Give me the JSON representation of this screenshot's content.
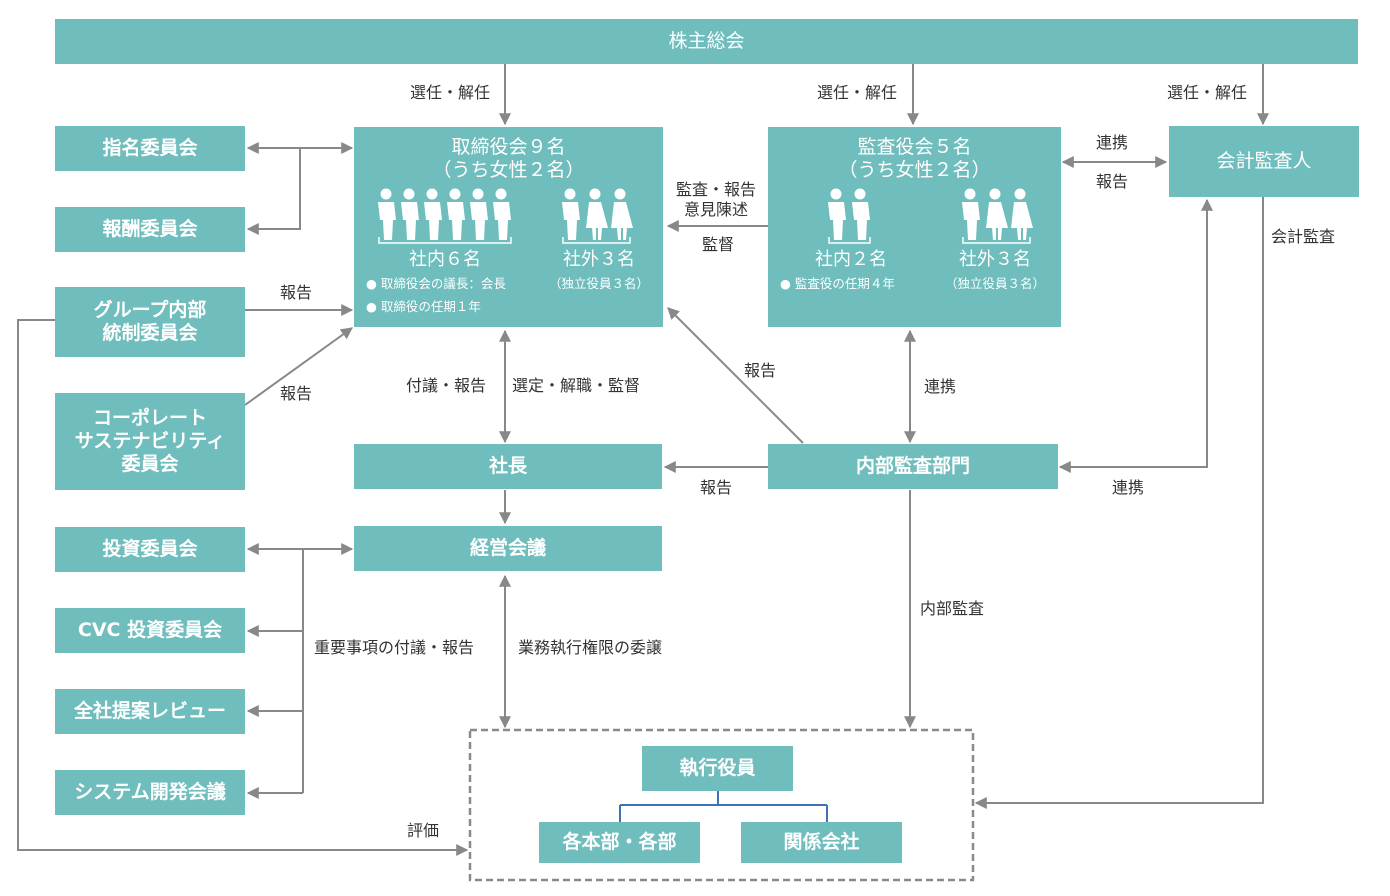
{
  "colors": {
    "box": "#6fbdbd",
    "line": "#888888",
    "blue": "#3d72b4",
    "dash": "#8a8a8a"
  },
  "shareholders": "株主総会",
  "board": {
    "title1": "取締役会９名",
    "title2": "（うち女性２名）",
    "inside": "社内６名",
    "outside": "社外３名",
    "outside_note": "（独立役員３名）",
    "note1": "● 取締役会の議長：会長",
    "note2": "● 取締役の任期１年"
  },
  "audit": {
    "title1": "監査役会５名",
    "title2": "（うち女性２名）",
    "inside": "社内２名",
    "outside": "社外３名",
    "outside_note": "（独立役員３名）",
    "note1": "● 監査役の任期４年"
  },
  "auditor": "会計監査人",
  "nomination": "指名委員会",
  "compensation": "報酬委員会",
  "group_internal": [
    "グループ内部",
    "統制委員会"
  ],
  "sustainability": [
    "コーポレート",
    "サステナビリティ",
    "委員会"
  ],
  "president": "社長",
  "internal_audit_dept": "内部監査部門",
  "management_meeting": "経営会議",
  "investment": "投資委員会",
  "cvc": "CVC 投資委員会",
  "proposal_review": "全社提案レビュー",
  "system_dev": "システム開発会議",
  "executives": "執行役員",
  "divisions": "各本部・各部",
  "affiliates": "関係会社",
  "labels": {
    "elect1": "選任・解任",
    "elect2": "選任・解任",
    "elect3": "選任・解任",
    "renkei_top": "連携",
    "hokoku_top": "報告",
    "audit_report": "監査・報告",
    "opinion": "意見陳述",
    "supervise": "監督",
    "accounting_audit": "会計監査",
    "report_group": "報告",
    "report_sus": "報告",
    "fugi": "付議・報告",
    "sentei": "選定・解職・監督",
    "report_ia_board": "報告",
    "renkei_mid": "連携",
    "report_ia_pres": "報告",
    "renkei_ia": "連携",
    "important": "重要事項の付議・報告",
    "delegation": "業務執行権限の委譲",
    "internal_audit": "内部監査",
    "evaluation": "評価"
  }
}
